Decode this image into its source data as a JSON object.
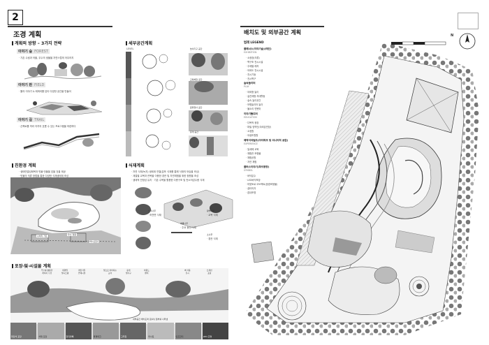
{
  "page_number": "2",
  "left": {
    "title": "조경 계획",
    "strategy": {
      "heading": "계획의 방향 – 3가지 전략",
      "items": [
        {
          "ko": "이야기 숲",
          "en": "FOREST",
          "desc": "· 기존 수림과 어울, 우수의 생물을 자연스럽게 어우러지"
        },
        {
          "ko": "이야기 판",
          "en": "FIELD",
          "desc": "· 틀의 이야기 & 레퍼러를 담아 다양한 공간을 만들어"
        },
        {
          "ko": "이야기 길",
          "en": "TRAIL",
          "desc": "· 산책로를 따라 자치의 흐름 수 있는 프로그램을 마련하다"
        }
      ]
    },
    "eco": {
      "heading": "친환경 계획",
      "lines": [
        "· 생태연결성회복과 빗물·빗물을 담을 것을 제공",
        "· 빗물의 저류 방법을 통한 다양한 식재생태계 조성"
      ],
      "labels": [
        "수처리 가든",
        "우수 정원",
        "투수포장"
      ]
    },
    "paving": {
      "heading": "포장 및 시설물 계획",
      "labels": [
        "재활용 목재",
        "우수를 활용한\n레이지 수경",
        "태양열\n빛시스템",
        "레인가든\n연계시설",
        "빛으로 이어지는\n교각",
        "휴게\n빛기구",
        "라운드\n벤치",
        "벽 기둥\n진시",
        "트래킹\n포장"
      ],
      "caption": "내부공간 배치도와 원(외) 일부를 나타냄",
      "swatch_labels": [
        "화강석 포장",
        "석재 포장",
        "잔디블록",
        "목재데크",
        "고무칩",
        "마사토",
        "인조잔디",
        "LED 조명"
      ]
    }
  },
  "middle": {
    "detail": {
      "heading": "세부공간계획",
      "level_label": "LEVEL",
      "space_labels": [
        "놀이기구 공간",
        "교육체험 공간",
        "문화행사 공간",
        "휴게 공간"
      ]
    },
    "planting": {
      "heading": "식재계획",
      "lines": [
        "· 자연 식재(녹지) 생태계 연결(분포 식재를 통해 식재의 모습을 조성)",
        "· 계절별 교목과 관목을 이용한 경관 및 자연체험을 위한 정원을 조성",
        "· 생태적 안정성 유지 · 기존 수목을 활용한 다층구조 및 탄소저감수종 식재"
      ],
      "species": [
        {
          "name": "느티나무",
          "note": "· 하천변 식재"
        },
        {
          "name": "배롱나무",
          "note": "· 주요 동선 식재"
        },
        {
          "name": "왕벚나무",
          "note": "· 교목 식재"
        },
        {
          "name": "소나무",
          "note": "· 경관 식재"
        }
      ]
    }
  },
  "right": {
    "title": "배치도 및 외부공간 계획",
    "legend_heading": "범례 LEGEND",
    "groups": [
      {
        "title": "플래너스(이야기숲)(메인)",
        "sub": "EXHIBITION",
        "items": [
          "· 소광장(의류)",
          "· 벽구조 전시시설",
          "· 주제별 레저",
          "· 야외도 전시시설",
          "· 전시기둥",
          "· 전시벽구"
        ]
      },
      {
        "title": "숲속놀이터",
        "sub": "PLAY",
        "items": [
          "· 야외형 놀이",
          "· 숲연계형 지대활동",
          "· 숲속 놀이공간",
          "· 모험놀이터 놀이",
          "· 물소리 연못마"
        ]
      },
      {
        "title": "이야기들도터",
        "sub": "EDUCATION",
        "items": [
          "· 다목적 광장",
          "· 파빌 영역인(야외강연장)",
          "· 소정원",
          "· 야생초원원"
        ]
      },
      {
        "title": "제작이야밀드(아이파크 및 미니어처 공원)",
        "sub": "EXPERIENCE",
        "items": [
          "· 일세에 교육",
          "· 체험관 조형물",
          "· 체험공원",
          "· 자연 체험"
        ]
      },
      {
        "title": "플러스이야기(희석광장)",
        "sub": "SYMBOL",
        "items": [
          "· 바닥분수",
          "· LED바닥포장",
          "· 미맞토로 오브젝트(환경조형물)",
          "· 쉼터의자",
          "· 잡내조명"
        ]
      }
    ],
    "north_label": "N"
  },
  "colors": {
    "ink": "#222222",
    "shade": "#8a8a8a",
    "light": "#d8d8d8",
    "bg": "#ffffff"
  }
}
